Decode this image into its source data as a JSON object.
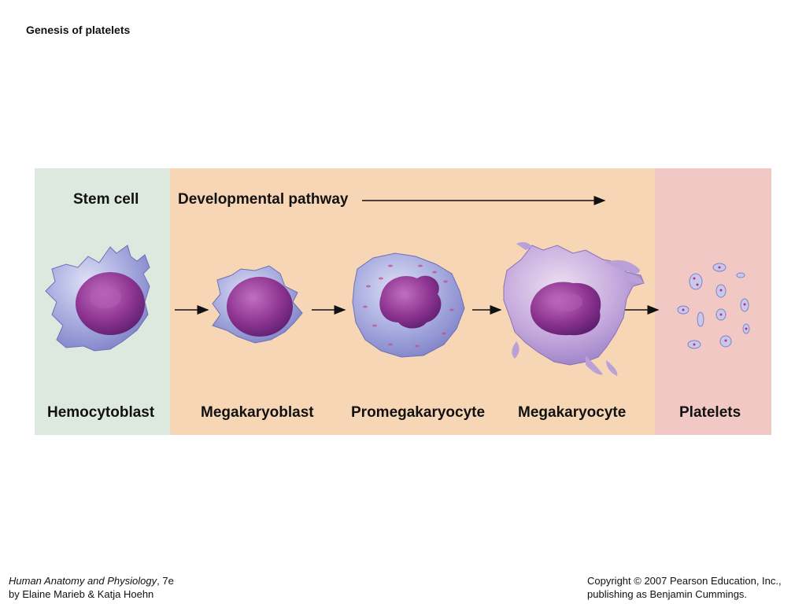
{
  "title": "Genesis of platelets",
  "figure": {
    "stem_header": "Stem cell",
    "pathway_header": "Developmental pathway",
    "stages": [
      {
        "label": "Hemocytoblast"
      },
      {
        "label": "Megakaryoblast"
      },
      {
        "label": "Promegakaryocyte"
      },
      {
        "label": "Megakaryocyte"
      },
      {
        "label": "Platelets"
      }
    ],
    "colors": {
      "stem_bg": "#dde9df",
      "pathway_bg": "#f7d6b6",
      "platelets_bg": "#f2c8c4",
      "cytoplasm": "#9aa3dc",
      "nucleus": "#8a2f8f"
    }
  },
  "footer": {
    "book_title": "Human Anatomy and Physiology",
    "edition": ", 7e",
    "authors": "by Elaine Marieb & Katja Hoehn",
    "copyright_line1": "Copyright © 2007 Pearson Education, Inc.,",
    "copyright_line2": "publishing as Benjamin Cummings."
  }
}
